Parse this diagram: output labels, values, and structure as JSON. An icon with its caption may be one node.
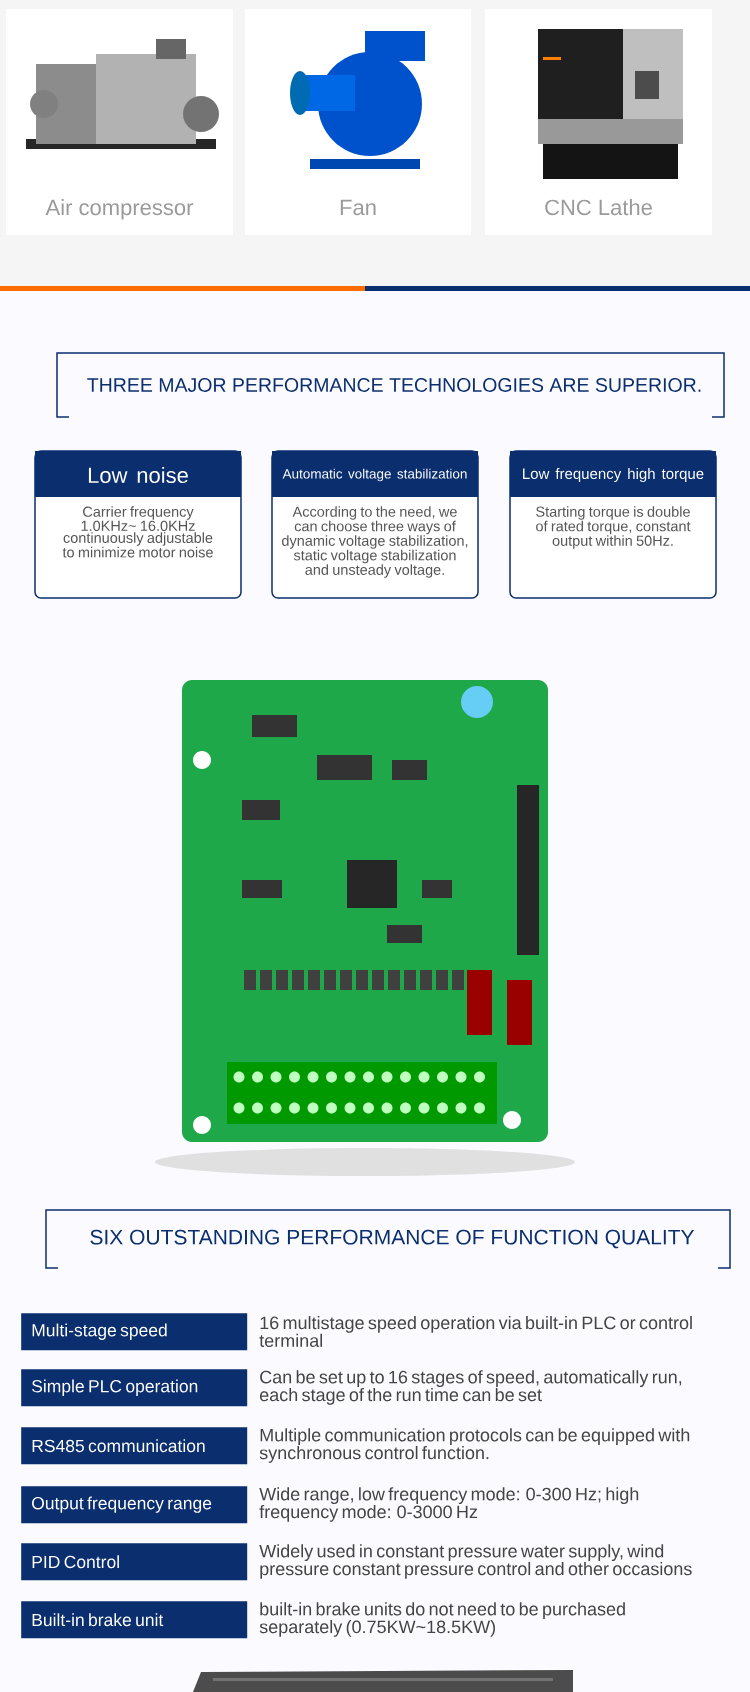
{
  "diagram": {
    "nodes": [
      {
        "text": [
          "Air compressor"
        ]
      },
      {
        "text": [
          "Fan"
        ]
      },
      {
        "text": [
          "CNC Lathe"
        ]
      },
      {
        "text": [
          "THREE MAJOR PERFORMANCE TECHNOLOGIES ARE SUPERIOR."
        ]
      },
      {
        "text": [
          "Low noise",
          "Carrier frequency 1.0KHz~ 16.0KHz continuously adjustable to minimize motor noise"
        ]
      },
      {
        "text": [
          "Automatic voltage stabilization",
          "According to the need, we can choose three ways of dynamic voltage stabilization, static voltage stabilization and unsteady voltage."
        ]
      },
      {
        "text": [
          "Low frequency high torque",
          "Starting torque is double of rated torque, constant output within 50Hz."
        ]
      },
      {
        "text": [],
        "shape": "picture"
      },
      {
        "text": [
          "SIX OUTSTANDING PERFORMANCE OF FUNCTION QUALITY"
        ]
      },
      {
        "text": [
          "Multi-stage speed"
        ],
        "beside": [
          "16 multistage speed operation via built-in PLC or control terminal"
        ]
      },
      {
        "text": [
          "Simple PLC operation"
        ],
        "beside": [
          "Can be set up to 16 stages of speed, automatically run, each stage of the run time can be set"
        ]
      },
      {
        "text": [
          "RS485 communication"
        ],
        "beside": [
          "Multiple communication protocols can be equipped with synchronous control function."
        ]
      },
      {
        "text": [
          "Output frequency range"
        ],
        "beside": [
          "Wide range, low frequency mode: 0-300 Hz; high frequency mode: 0-3000 Hz"
        ]
      },
      {
        "text": [
          "PID Control"
        ],
        "beside": [
          "Widely used in constant pressure water supply, wind pressure constant pressure control and other occasions"
        ]
      },
      {
        "text": [
          "Built-in brake unit"
        ],
        "beside": [
          "built-in brake units do not need to be purchased separately (0.75KW~18.5KW)"
        ]
      },
      {
        "text": [],
        "shape": "box"
      }
    ]
  }
}
